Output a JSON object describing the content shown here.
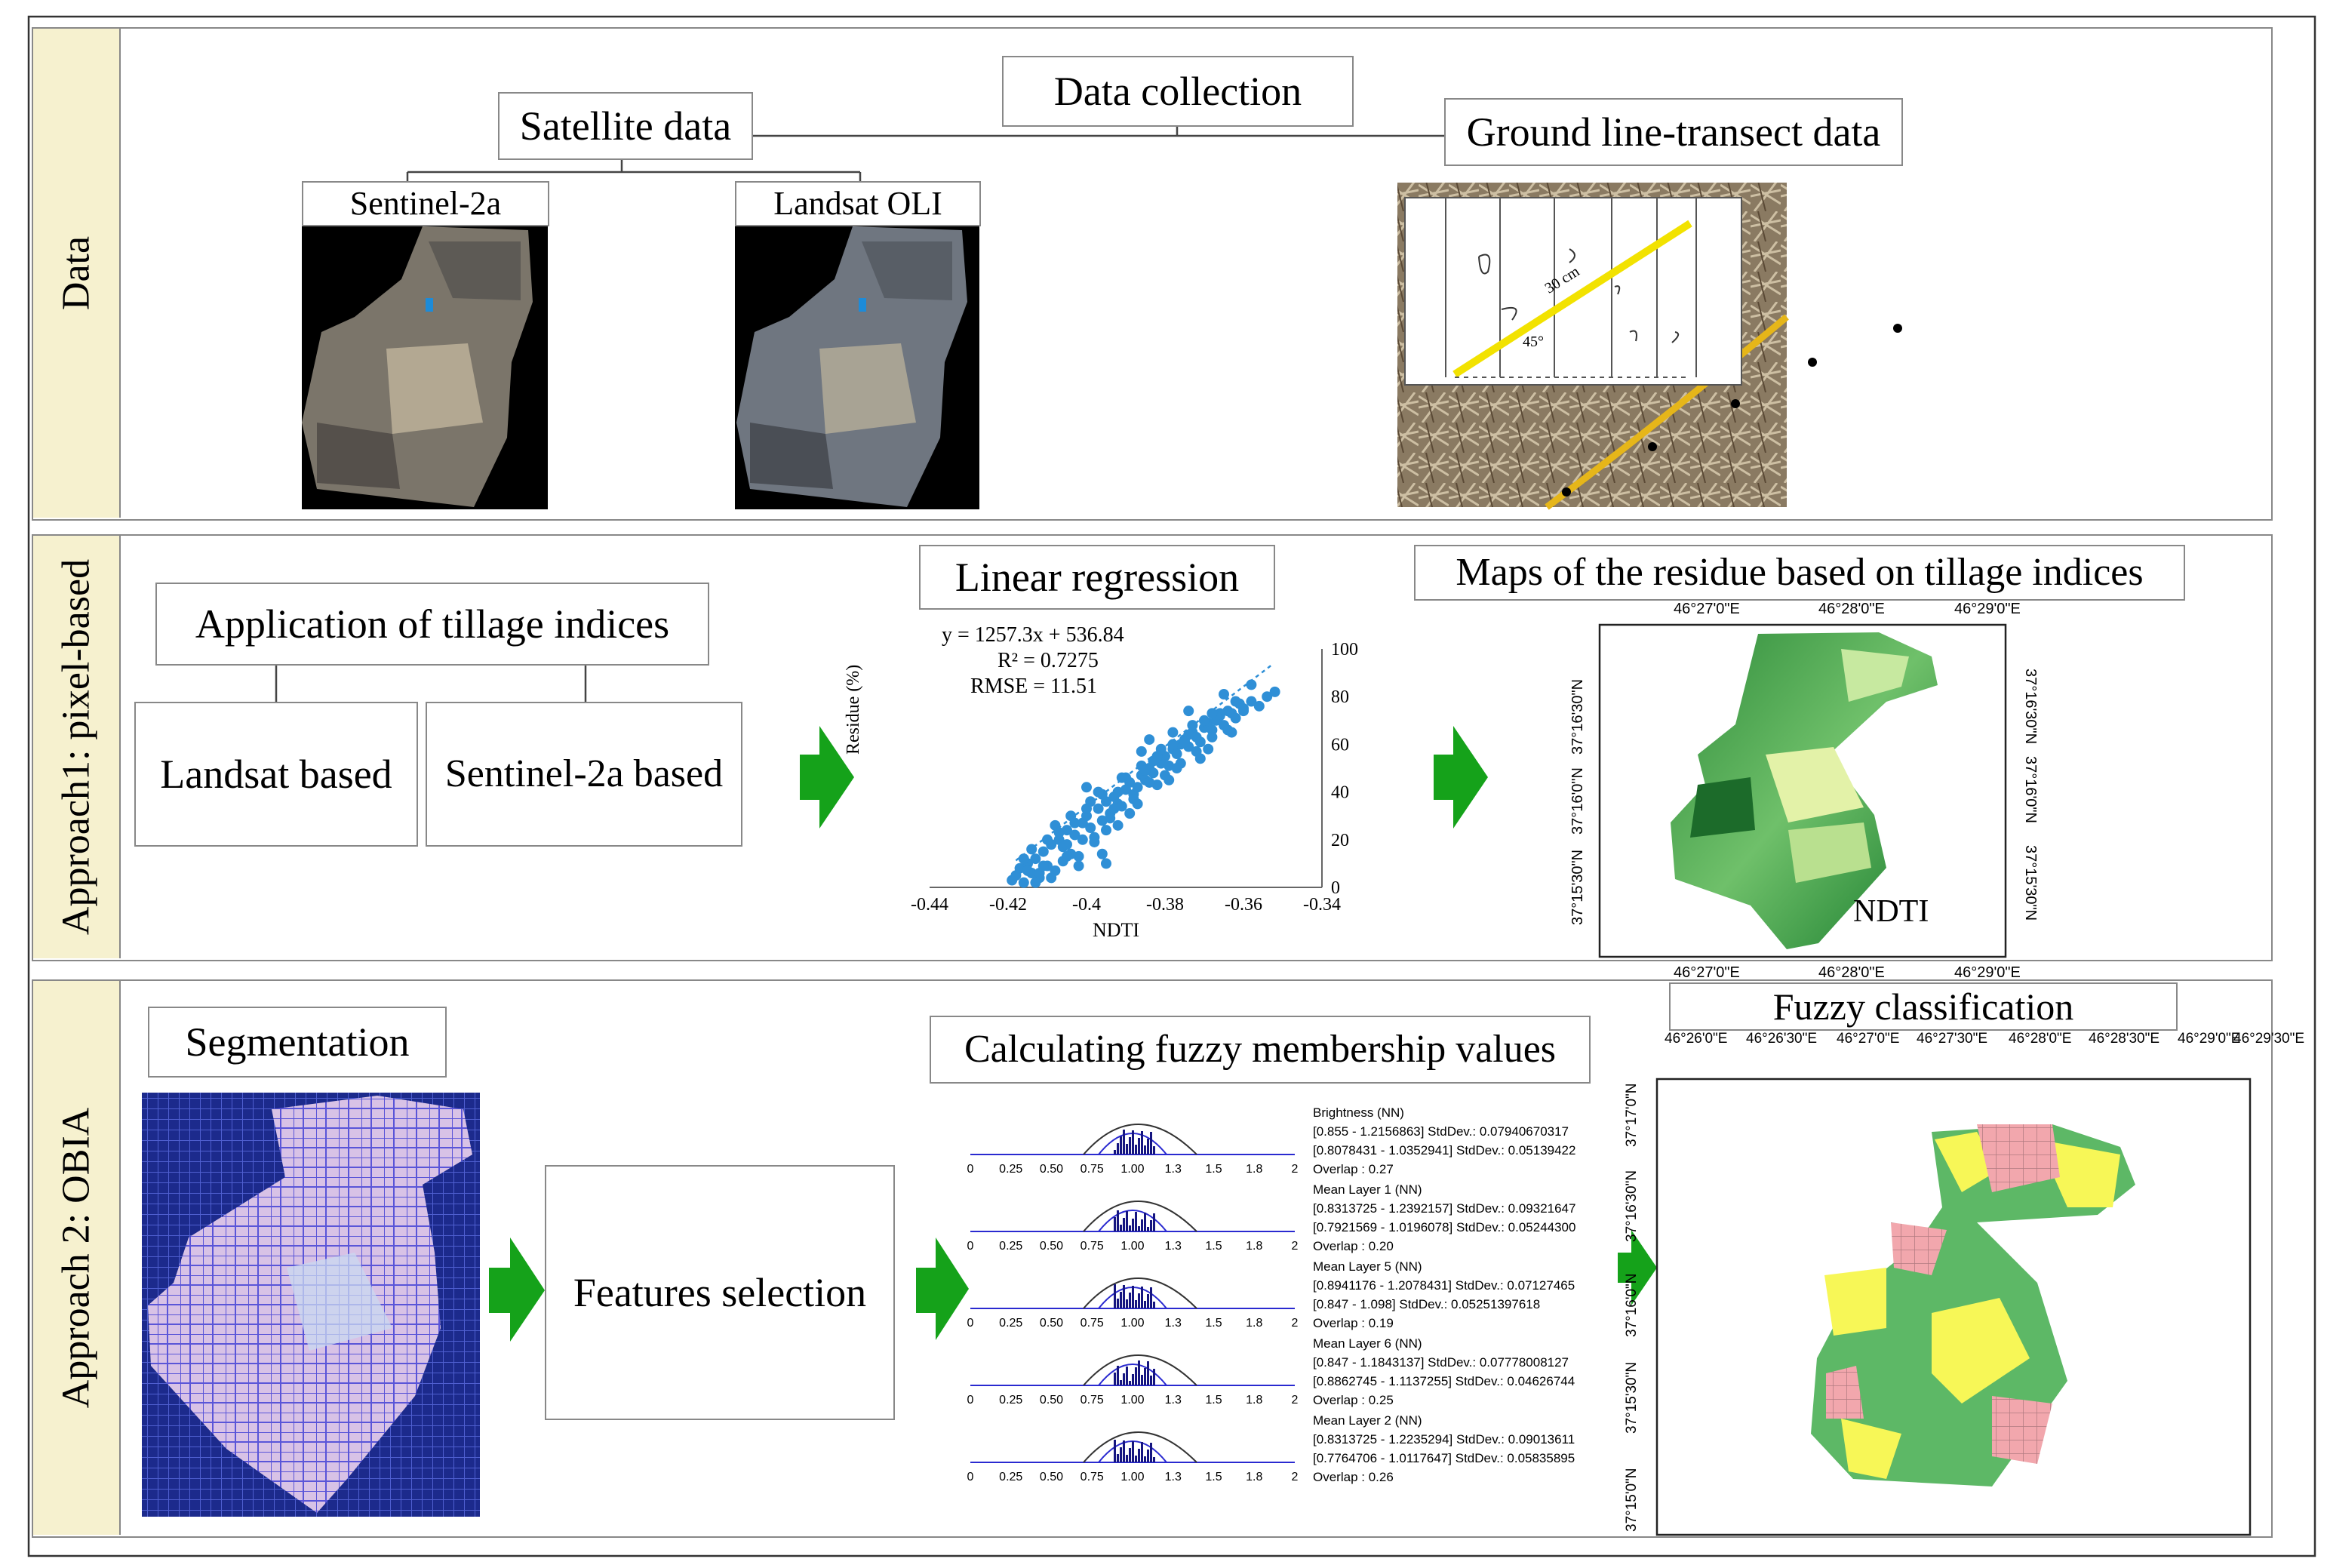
{
  "sections": {
    "data": "Data",
    "approach1": "Approach1: pixel-based",
    "approach2": "Approach 2: OBIA"
  },
  "boxes": {
    "data_collection": "Data collection",
    "satellite_data": "Satellite data",
    "sentinel": "Sentinel-2a",
    "landsat": "Landsat OLI",
    "ground": "Ground line-transect data",
    "application": "Application of tillage indices",
    "landsat_based": "Landsat based",
    "sentinel_based": "Sentinel-2a based",
    "linear_regression": "Linear regression",
    "maps": "Maps of the residue based on tillage indices",
    "segmentation": "Segmentation",
    "features": "Features selection",
    "fuzzy_values": "Calculating fuzzy membership values",
    "fuzzy_class": "Fuzzy classification"
  },
  "transect": {
    "length": "30 cm",
    "angle": "45°"
  },
  "ndti_map": {
    "label": "NDTI",
    "top_ticks": [
      "46°27'0\"E",
      "46°28'0\"E",
      "46°29'0\"E"
    ],
    "bottom_ticks": [
      "46°27'0\"E",
      "46°28'0\"E",
      "46°29'0\"E"
    ],
    "left_ticks": [
      "37°16'30\"N",
      "37°16'0\"N",
      "37°15'30\"N"
    ],
    "right_ticks": [
      "37°16'30\"N",
      "37°16'0\"N",
      "37°15'30\"N"
    ]
  },
  "fuzzy_map": {
    "top_ticks": [
      "46°26'0\"E",
      "46°26'30\"E",
      "46°27'0\"E",
      "46°27'30\"E",
      "46°28'0\"E",
      "46°28'30\"E",
      "46°29'0\"E",
      "46°29'30\"E"
    ],
    "left_ticks": [
      "37°17'0\"N",
      "37°16'30\"N",
      "37°16'0\"N",
      "37°15'30\"N",
      "37°15'0\"N"
    ],
    "colors": {
      "green": "#5db866",
      "pink": "#f2a7ad",
      "yellow": "#f7f757"
    }
  },
  "chart_data": {
    "type": "scatter",
    "title": "",
    "xlabel": "NDTI",
    "ylabel": "Residue (%)",
    "xlim": [
      -0.44,
      -0.34
    ],
    "ylim": [
      0,
      100
    ],
    "xticks": [
      "-0.44",
      "-0.42",
      "-0.4",
      "-0.38",
      "-0.36",
      "-0.34"
    ],
    "yticks": [
      "0",
      "20",
      "40",
      "60",
      "80",
      "100"
    ],
    "equation": "y = 1257.3x + 536.84",
    "r2": "R² = 0.7275",
    "rmse": "RMSE = 11.51",
    "trendline": {
      "slope": 1257.3,
      "intercept": 536.84
    },
    "color": "#2f8fd6",
    "x": [
      -0.419,
      -0.418,
      -0.417,
      -0.416,
      -0.415,
      -0.414,
      -0.413,
      -0.412,
      -0.411,
      -0.41,
      -0.409,
      -0.408,
      -0.407,
      -0.406,
      -0.405,
      -0.404,
      -0.403,
      -0.402,
      -0.401,
      -0.4,
      -0.399,
      -0.398,
      -0.397,
      -0.396,
      -0.395,
      -0.394,
      -0.393,
      -0.392,
      -0.391,
      -0.39,
      -0.389,
      -0.388,
      -0.387,
      -0.386,
      -0.385,
      -0.384,
      -0.383,
      -0.382,
      -0.381,
      -0.38,
      -0.379,
      -0.378,
      -0.377,
      -0.376,
      -0.375,
      -0.374,
      -0.373,
      -0.372,
      -0.371,
      -0.37,
      -0.369,
      -0.368,
      -0.367,
      -0.366,
      -0.365,
      -0.364,
      -0.363,
      -0.362,
      -0.361,
      -0.36,
      -0.358,
      -0.356,
      -0.354,
      -0.352,
      -0.416,
      -0.414,
      -0.412,
      -0.41,
      -0.408,
      -0.406,
      -0.404,
      -0.402,
      -0.4,
      -0.398,
      -0.396,
      -0.394,
      -0.392,
      -0.39,
      -0.388,
      -0.386,
      -0.384,
      -0.382,
      -0.38,
      -0.378,
      -0.376,
      -0.374,
      -0.372,
      -0.37,
      -0.368,
      -0.366,
      -0.364,
      -0.362,
      -0.36,
      -0.411,
      -0.407,
      -0.403,
      -0.399,
      -0.395,
      -0.391,
      -0.387,
      -0.383,
      -0.379,
      -0.375,
      -0.371,
      -0.367,
      -0.363,
      -0.409,
      -0.405,
      -0.401,
      -0.397,
      -0.393,
      -0.389,
      -0.385,
      -0.381,
      -0.377,
      -0.373,
      -0.369,
      -0.365,
      -0.413,
      -0.396,
      -0.384,
      -0.374,
      -0.4,
      -0.392,
      -0.386,
      -0.378,
      -0.368,
      -0.358,
      -0.415,
      -0.405,
      -0.395
    ],
    "y": [
      3,
      5,
      8,
      2,
      10,
      6,
      12,
      4,
      15,
      9,
      18,
      7,
      20,
      11,
      24,
      14,
      22,
      9,
      27,
      30,
      25,
      19,
      33,
      28,
      36,
      31,
      38,
      35,
      34,
      41,
      44,
      39,
      42,
      47,
      45,
      50,
      48,
      43,
      52,
      55,
      51,
      58,
      56,
      60,
      62,
      59,
      65,
      63,
      61,
      67,
      69,
      66,
      70,
      72,
      68,
      74,
      73,
      71,
      77,
      75,
      78,
      76,
      80,
      82,
      12,
      16,
      6,
      20,
      26,
      17,
      30,
      13,
      33,
      21,
      39,
      29,
      40,
      46,
      37,
      51,
      44,
      55,
      47,
      60,
      52,
      64,
      57,
      70,
      63,
      73,
      66,
      78,
      74,
      9,
      23,
      27,
      36,
      24,
      46,
      35,
      53,
      45,
      61,
      54,
      72,
      65,
      4,
      13,
      20,
      40,
      33,
      31,
      49,
      58,
      50,
      68,
      58,
      81,
      2,
      14,
      62,
      74,
      42,
      26,
      57,
      65,
      73,
      85,
      7,
      18,
      10
    ]
  },
  "histograms": [
    {
      "title": "Brightness (NN)",
      "line1": "[0.855 - 1.2156863] StdDev.: 0.07940670317",
      "line2": "[0.8078431 - 1.0352941] StdDev.: 0.05139422",
      "overlap": "Overlap : 0.27"
    },
    {
      "title": "Mean Layer 1 (NN)",
      "line1": "[0.8313725 - 1.2392157] StdDev.: 0.09321647",
      "line2": "[0.7921569 - 1.0196078] StdDev.: 0.05244300",
      "overlap": "Overlap : 0.20"
    },
    {
      "title": "Mean Layer 5 (NN)",
      "line1": "[0.8941176 - 1.2078431] StdDev.: 0.07127465",
      "line2": "[0.847 - 1.098] StdDev.: 0.05251397618",
      "overlap": "Overlap : 0.19"
    },
    {
      "title": "Mean Layer 6 (NN)",
      "line1": "[0.847 - 1.1843137] StdDev.: 0.07778008127",
      "line2": "[0.8862745 - 1.1137255] StdDev.: 0.04626744",
      "overlap": "Overlap : 0.25"
    },
    {
      "title": "Mean Layer 2 (NN)",
      "line1": "[0.8313725 - 1.2235294] StdDev.: 0.09013611",
      "line2": "[0.7764706 - 1.0117647] StdDev.: 0.05835895",
      "overlap": "Overlap : 0.26"
    }
  ],
  "hist_ticks": [
    "0",
    "0.25",
    "0.50",
    "0.75",
    "1.00",
    "1.3",
    "1.5",
    "1.8",
    "2"
  ]
}
